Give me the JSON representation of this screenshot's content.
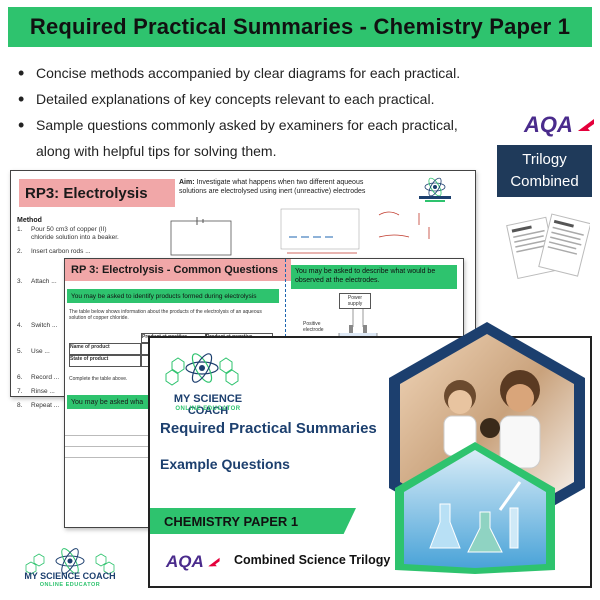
{
  "header": {
    "title": "Required Practical Summaries - Chemistry Paper 1"
  },
  "bullets": [
    "Concise methods accompanied by clear diagrams for each practical.",
    "Detailed explanations of key concepts relevant to each practical.",
    "Sample questions commonly asked by examiners for each practical,",
    "along with helpful tips for solving them."
  ],
  "aqa_logo": "AQA",
  "trilogy": {
    "line1": "Trilogy",
    "line2": "Combined"
  },
  "slide_rp3": {
    "heading": "RP3: Electrolysis",
    "aim_label": "Aim:",
    "aim_text": "Investigate what happens when two different aqueous solutions are electrolysed using inert (unreactive) electrodes",
    "method_label": "Method",
    "steps": [
      {
        "n": "1.",
        "t": "Pour 50 cm3 of copper (II) chloride solution into a beaker."
      },
      {
        "n": "2.",
        "t": "Insert carbon rods ..."
      },
      {
        "n": "3.",
        "t": "Attach ..."
      },
      {
        "n": "4.",
        "t": "Switch ..."
      },
      {
        "n": "5.",
        "t": "Use ..."
      },
      {
        "n": "6.",
        "t": "Record ..."
      },
      {
        "n": "7.",
        "t": "Rinse ..."
      },
      {
        "n": "8.",
        "t": "Repeat ..."
      }
    ]
  },
  "slide_questions": {
    "heading": "RP 3: Electrolysis - Common Questions",
    "q1": "You may be asked to identify products formed during electrolysis",
    "q1_table_intro": "The table below shows information about the products of the electrolysis of an aqueous solution of copper chloride.",
    "col_pos": "Product at positive",
    "col_neg": "Product at negative",
    "row1": "Name of product",
    "row2": "State of product",
    "complete": "Complete the table above.",
    "q2": "You may be asked to describe what would be observed at the electrodes.",
    "q3": "You may be asked wha",
    "power": "Power supply",
    "positive": "Positive electrode"
  },
  "main_slide": {
    "brand_name": "MY SCIENCE COACH",
    "brand_sub": "ONLINE EDUCATOR",
    "title": "Required Practical Summaries",
    "subtitle": "Example Questions",
    "banner": "CHEMISTRY PAPER 1",
    "aqa": "AQA",
    "course": "Combined Science Trilogy"
  },
  "footer_logo": {
    "name": "MY SCIENCE COACH",
    "sub": "ONLINE EDUCATOR"
  },
  "colors": {
    "green": "#2ec36e",
    "navy": "#1c3f6e",
    "pink": "#f1a7a8",
    "aqa_purple": "#4a2b8c",
    "aqa_red": "#e4003b"
  }
}
